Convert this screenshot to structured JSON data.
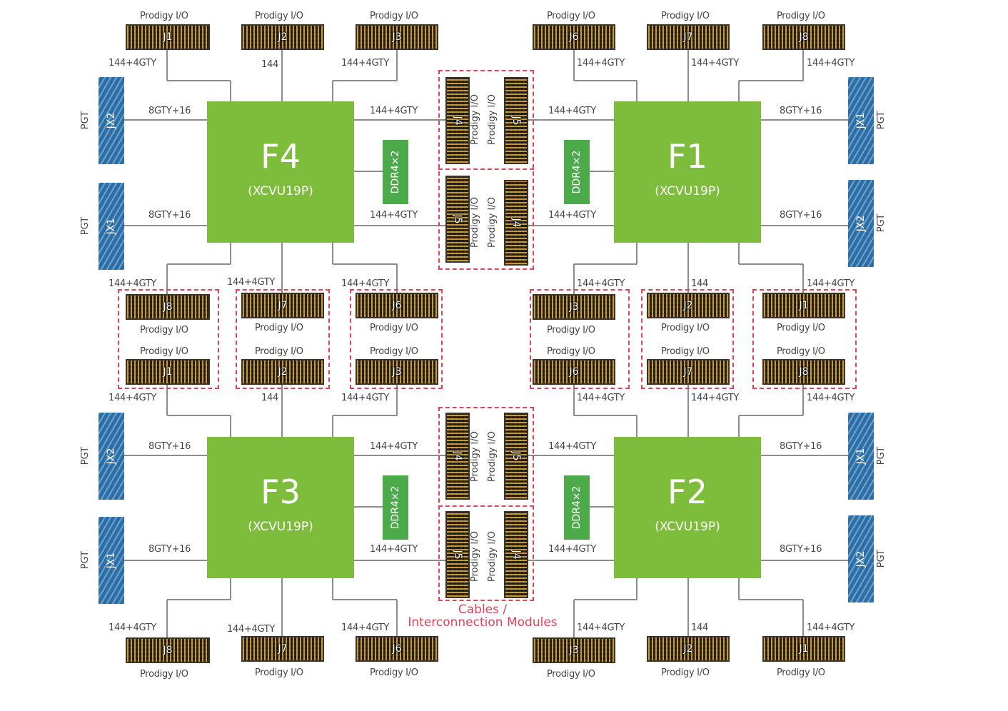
{
  "colors": {
    "fpga": "#7dbd3b",
    "ddr": "#4caa4a",
    "pgt": "#2b6fa8",
    "connector": "#2c2518",
    "dash": "#e0425a",
    "wire": "#8c8c8c"
  },
  "icons": {
    "connector": "prodigy-io-connector",
    "pgt": "pgt-connector",
    "memory": "ddr4-module"
  },
  "fpgas": [
    {
      "id": "F4",
      "part": "(XCVU19P)"
    },
    {
      "id": "F1",
      "part": "(XCVU19P)"
    },
    {
      "id": "F3",
      "part": "(XCVU19P)"
    },
    {
      "id": "F2",
      "part": "(XCVU19P)"
    }
  ],
  "ddr_label": "DDR4×2",
  "pgt_label": "PGT",
  "prodigy_label": "Prodigy I/O",
  "connectors": {
    "top_f4": [
      "J1",
      "J2",
      "J3"
    ],
    "top_f1": [
      "J6",
      "J7",
      "J8"
    ],
    "mid_f4": [
      "J8",
      "J7",
      "J6"
    ],
    "mid_f1": [
      "J3",
      "J2",
      "J1"
    ],
    "mid_f3": [
      "J1",
      "J2",
      "J3"
    ],
    "mid_f2": [
      "J6",
      "J7",
      "J8"
    ],
    "bot_f3": [
      "J8",
      "J7",
      "J6"
    ],
    "bot_f2": [
      "J3",
      "J2",
      "J1"
    ],
    "center_top": [
      "J4",
      "J5",
      "J5",
      "J4"
    ],
    "center_bot": [
      "J4",
      "J5",
      "J5",
      "J4"
    ],
    "pgt_left": [
      "JX2",
      "JX1",
      "JX2",
      "JX1"
    ],
    "pgt_right": [
      "JX1",
      "JX2",
      "JX1",
      "JX2"
    ]
  },
  "links": {
    "gty": "144+4GTY",
    "plain": "144",
    "pgt": "8GTY+16"
  },
  "note": {
    "line1": "Cables /",
    "line2": "Interconnection Modules"
  }
}
